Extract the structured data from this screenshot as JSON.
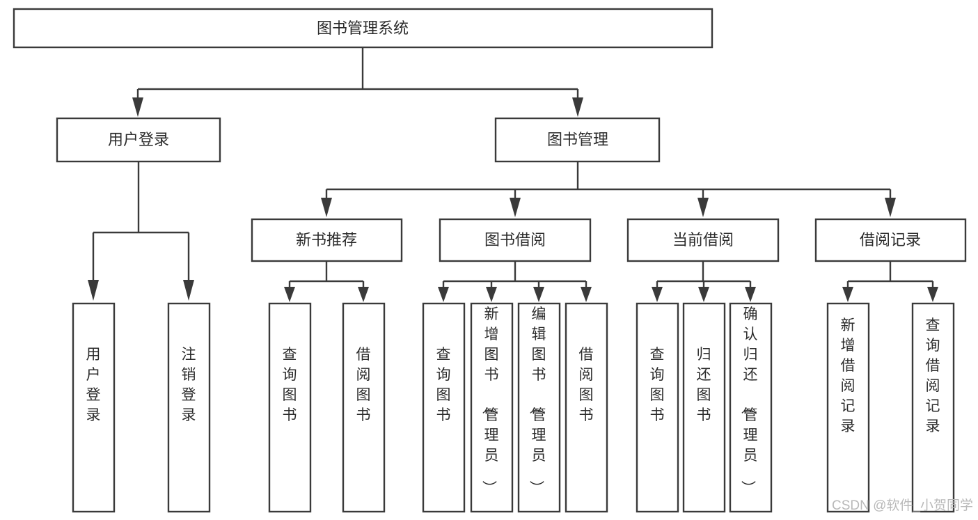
{
  "diagram": {
    "title_node": {
      "label": "图书管理系统"
    },
    "level2": [
      {
        "id": "user-login",
        "label": "用户登录"
      },
      {
        "id": "book-management",
        "label": "图书管理"
      }
    ],
    "level3": [
      {
        "id": "new-book-recommend",
        "label": "新书推荐"
      },
      {
        "id": "book-borrow",
        "label": "图书借阅"
      },
      {
        "id": "current-borrow",
        "label": "当前借阅"
      },
      {
        "id": "borrow-record",
        "label": "借阅记录"
      }
    ],
    "leaves": {
      "user_login": [
        {
          "id": "leaf-user-login",
          "label": "用户登录"
        },
        {
          "id": "leaf-logout-login",
          "label": "注销登录"
        }
      ],
      "new_book_recommend": [
        {
          "id": "leaf-query-book-1",
          "label": "查询图书"
        },
        {
          "id": "leaf-borrow-book-1",
          "label": "借阅图书"
        }
      ],
      "book_borrow": [
        {
          "id": "leaf-query-book-2",
          "label": "查询图书"
        },
        {
          "id": "leaf-add-book",
          "label": "新增图书（管理员）"
        },
        {
          "id": "leaf-edit-book",
          "label": "编辑图书（管理员）"
        },
        {
          "id": "leaf-borrow-book-2",
          "label": "借阅图书"
        }
      ],
      "current_borrow": [
        {
          "id": "leaf-query-book-3",
          "label": "查询图书"
        },
        {
          "id": "leaf-return-book",
          "label": "归还图书"
        },
        {
          "id": "leaf-confirm-return",
          "label": "确认归还（管理员）"
        }
      ],
      "borrow_record": [
        {
          "id": "leaf-add-borrow-record",
          "label": "新增借阅记录"
        },
        {
          "id": "leaf-query-borrow-record",
          "label": "查询借阅记录"
        }
      ]
    },
    "watermark": {
      "text": "CSDN @软件_小贺同学"
    },
    "colors": {
      "stroke": "#3a3a3a",
      "fill": "#ffffff",
      "text": "#2b2b2b",
      "watermark": "#b9b9b9"
    }
  }
}
